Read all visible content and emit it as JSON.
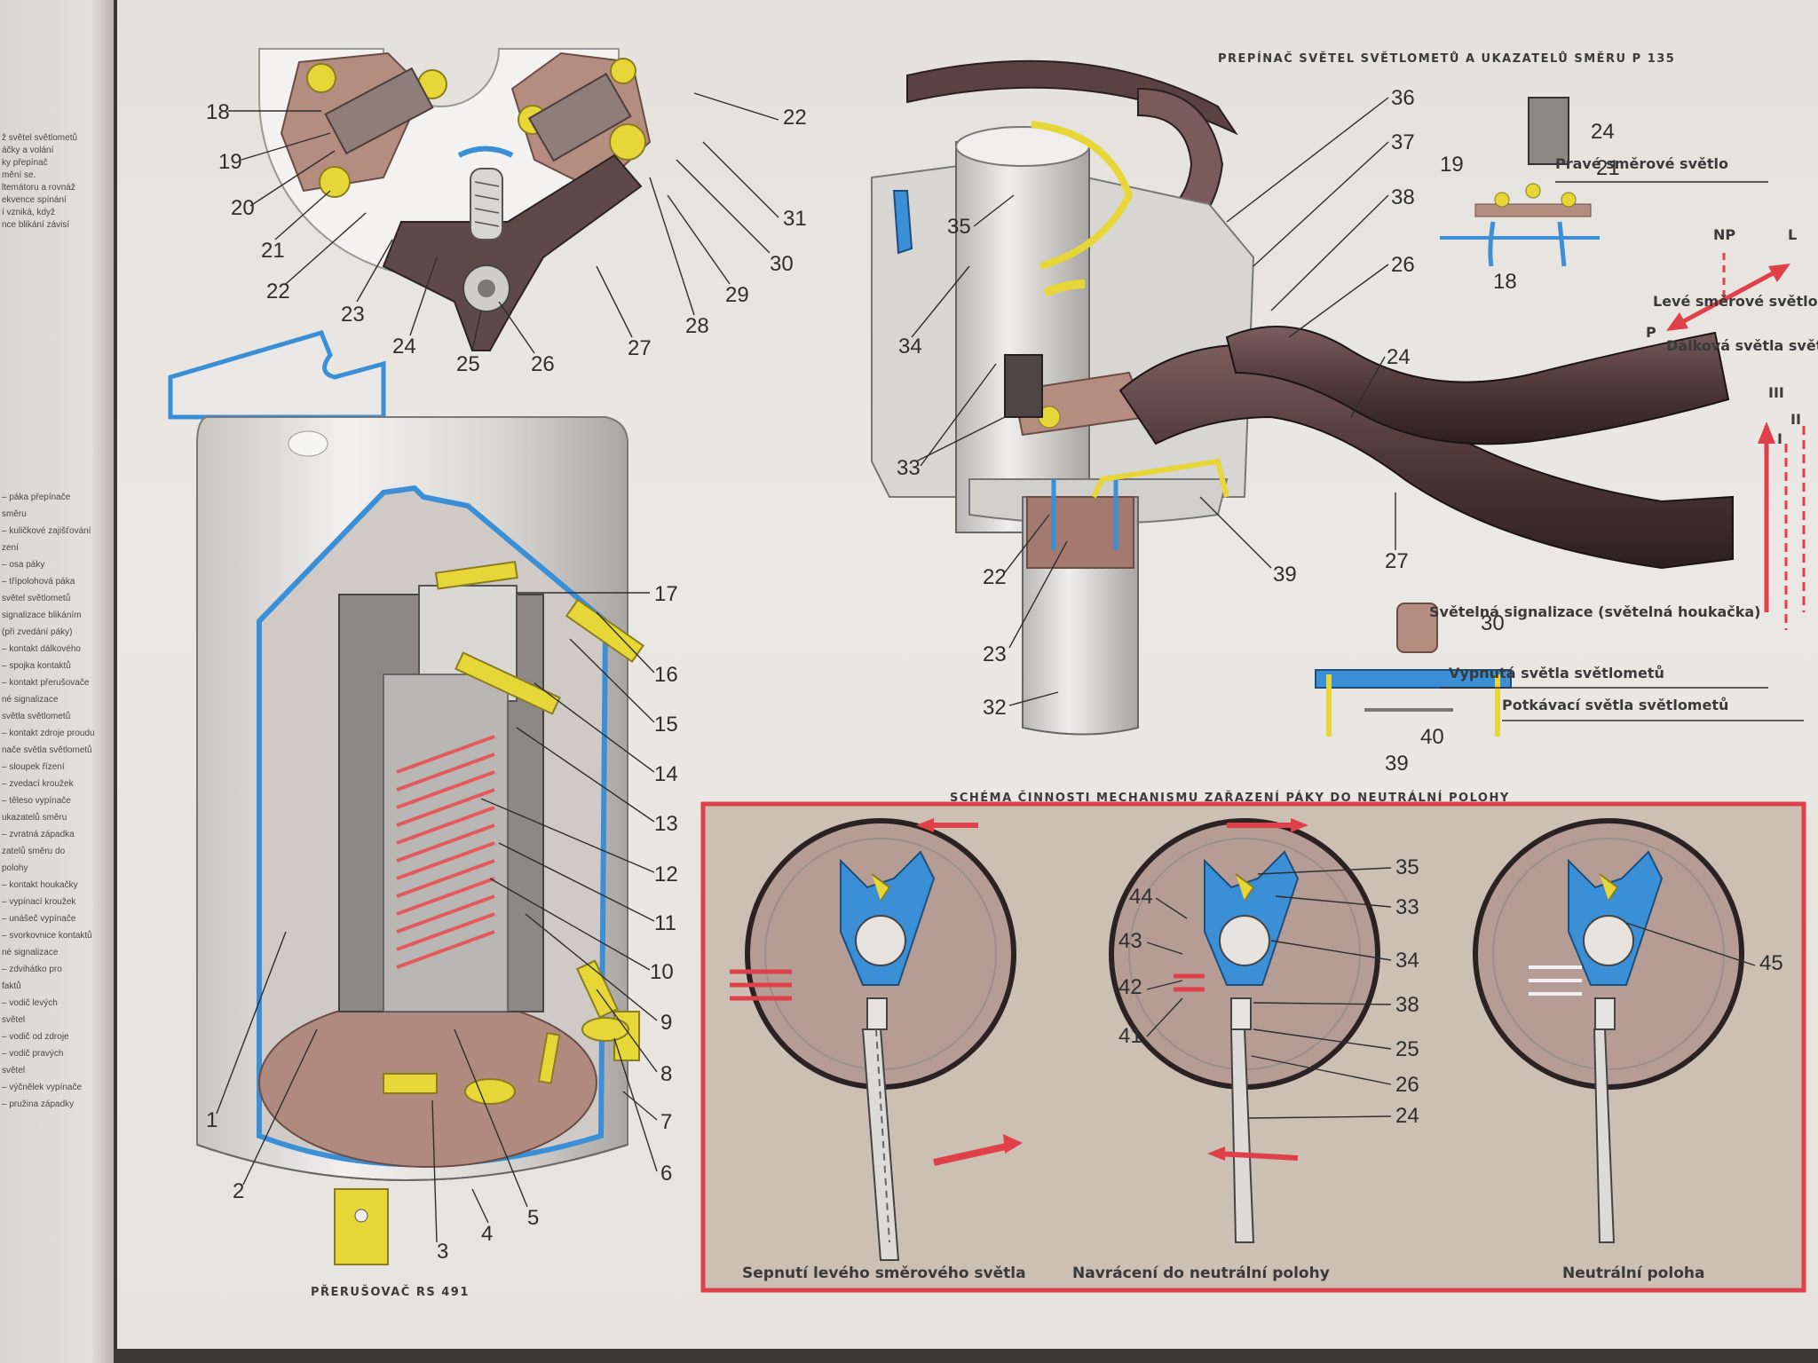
{
  "titles": {
    "switch_title": "PREPÍNAČ SVĚTEL SVĚTLOMETŮ A UKAZATELŮ SMĚRU P 135",
    "interrupter_caption": "PŘERUŠOVAČ RS 491",
    "schema_title": "SCHÉMA ČINNOSTI MECHANISMU ZAŘAZENÍ PÁKY DO NEUTRÁLNÍ POLOHY"
  },
  "direction_labels": {
    "right_turn": "Pravé směrové světlo",
    "left_turn": "Levé směrové světlo",
    "high_beam": "Dálková světla světlometů",
    "flash_signal": "Světelná signalizace (světelná houkačka)",
    "lights_off": "Vypnutá světla světlometů",
    "low_beam": "Potkávací světla světlometů"
  },
  "lever_positions": {
    "np": "NP",
    "l": "L",
    "p": "P",
    "i": "I",
    "ii": "II",
    "iii": "III"
  },
  "schema_captions": {
    "left": "Sepnutí levého směrového světla",
    "middle": "Navrácení do neutrální polohy",
    "right": "Neutrální poloha"
  },
  "callouts": [
    "1",
    "2",
    "3",
    "4",
    "5",
    "6",
    "7",
    "8",
    "9",
    "10",
    "11",
    "12",
    "13",
    "14",
    "15",
    "16",
    "17",
    "18",
    "19",
    "20",
    "21",
    "22",
    "23",
    "24",
    "25",
    "26",
    "27",
    "28",
    "29",
    "30",
    "31",
    "32",
    "33",
    "34",
    "35",
    "36",
    "37",
    "38",
    "39",
    "40",
    "41",
    "42",
    "43",
    "44",
    "45"
  ],
  "left_page_fragments": [
    "ž světel světlometů",
    "áčky a volání",
    "ky přepínač",
    "mění se.",
    "ltemátoru a rovnáž",
    "ekvence spínání",
    "í vzniká, když",
    "nce blikání závisí",
    "– páka přepínače",
    "  směru",
    "– kuličkové zajišťování",
    "  zení",
    "– osa páky",
    "– třípolohová páka",
    "  světel světlometů",
    "  signalizace blikáním",
    "  (při zvedání páky)",
    "– kontakt dálkového",
    "– spojka kontaktů",
    "– kontakt přerušovače",
    "  né signalizace",
    "  světla světlometů",
    "– kontakt zdroje proudu",
    "  nače světla světlometů",
    "– sloupek řízení",
    "– zvedací kroužek",
    "– těleso vypínače",
    "  ukazatelů směru",
    "– zvratná západka",
    "  zatelů směru do",
    "  polohy",
    "– kontakt houkačky",
    "– vypínací kroužek",
    "– unášeč vypínače",
    "– svorkovnice kontaktů",
    "  né signalizace",
    "– zdvihátko pro",
    "  faktů",
    "– vodič levých",
    "  světel",
    "– vodič od zdroje",
    "– vodič pravých",
    "  světel",
    "– výčnělek vypínače",
    "– pružina západky"
  ],
  "colors": {
    "page": "#e8e5e0",
    "schema_border": "#e0404a",
    "schema_fill": "#ccc0b4",
    "contact_yellow": "#e6d637",
    "wire_blue": "#3a8fd6",
    "coil_red": "#e45a5a",
    "base_brown": "#b08a7e",
    "lever_dark": "#5a3f3f"
  }
}
